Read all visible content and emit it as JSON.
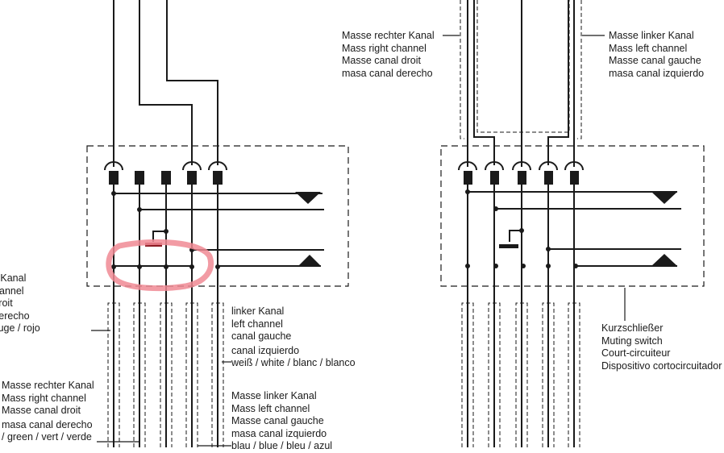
{
  "left_block": {
    "top_labels": [],
    "right_label": {
      "lines": [
        "rechter Kanal",
        "right channel",
        "canal droit",
        "canal derecho",
        "red / rouge / rojo"
      ]
    },
    "left_channel_label": {
      "lines": [
        "linker Kanal",
        "left channel",
        "canal gauche",
        "canal izquierdo",
        "weiß / white / blanc / blanco"
      ]
    },
    "mass_right_label": {
      "lines": [
        "Masse rechter Kanal",
        "Mass right channel",
        "Masse canal droit",
        "masa canal derecho",
        "/ green / vert / verde"
      ]
    },
    "mass_left_label": {
      "lines": [
        "Masse linker Kanal",
        "Mass left channel",
        "Masse canal gauche",
        "masa canal izquierdo",
        "blau / blue / bleu / azul"
      ]
    }
  },
  "right_block": {
    "mass_right_label": {
      "lines": [
        "Masse rechter Kanal",
        "Mass right channel",
        "Masse canal droit",
        "masa canal derecho"
      ]
    },
    "mass_left_label": {
      "lines": [
        "Masse linker Kanal",
        "Mass left channel",
        "Masse canal gauche",
        "masa canal izquierdo"
      ]
    },
    "muting_switch_label": {
      "lines": [
        "Kurzschließer",
        "Muting switch",
        "Court-circuiteur",
        "Dispositivo cortocircuitador"
      ]
    }
  },
  "colors": {
    "ink": "#1a1a1a",
    "highlight": "#f08a94",
    "ground_bar_highlight": "#8b1a22"
  }
}
